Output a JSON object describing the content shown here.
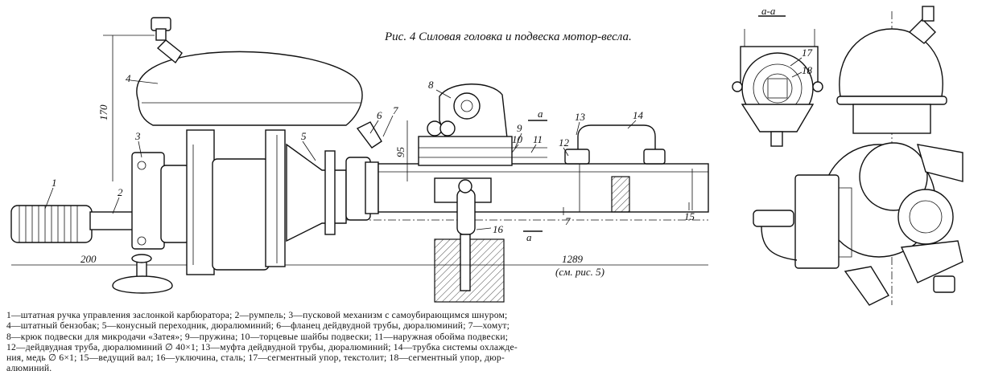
{
  "figure": {
    "title": "Рис. 4  Силовая головка и подвеска мотор-весла.",
    "section_label": "а-а",
    "section_mark_top": "а",
    "section_mark_bottom": "а"
  },
  "dimensions": {
    "d170": "170",
    "d95": "95",
    "d200": "200",
    "d1289": "1289",
    "d1289_note": "(см. рис. 5)"
  },
  "callouts": [
    "1",
    "2",
    "3",
    "4",
    "5",
    "6",
    "7",
    "8",
    "9",
    "10",
    "11",
    "12",
    "13",
    "14",
    "7",
    "16",
    "15",
    "17",
    "18"
  ],
  "caption": [
    "1—штатная ручка управления заслонкой карбюратора; 2—румпель; 3—пусковой механизм с самоубирающимся шнуром;",
    "4—штатный бензобак; 5—конусный переходник, дюралюминий; 6—фланец дейдвудной трубы, дюралюминий; 7—хомут;",
    "8—крюк подвески для микродачи «Затея»; 9—пружина; 10—торцевые шайбы подвески; 11—наружная обойма подвески;",
    "12—дейдвудная труба, дюралюминий ∅ 40×1; 13—муфта дейдвудной трубы, дюралюминий; 14—трубка системы охлажде-",
    "ния, медь ∅ 6×1; 15—ведущий вал; 16—уключина, сталь; 17—сегментный упор, текстолит; 18—сегментный упор, дюр-",
    "алюминий."
  ]
}
